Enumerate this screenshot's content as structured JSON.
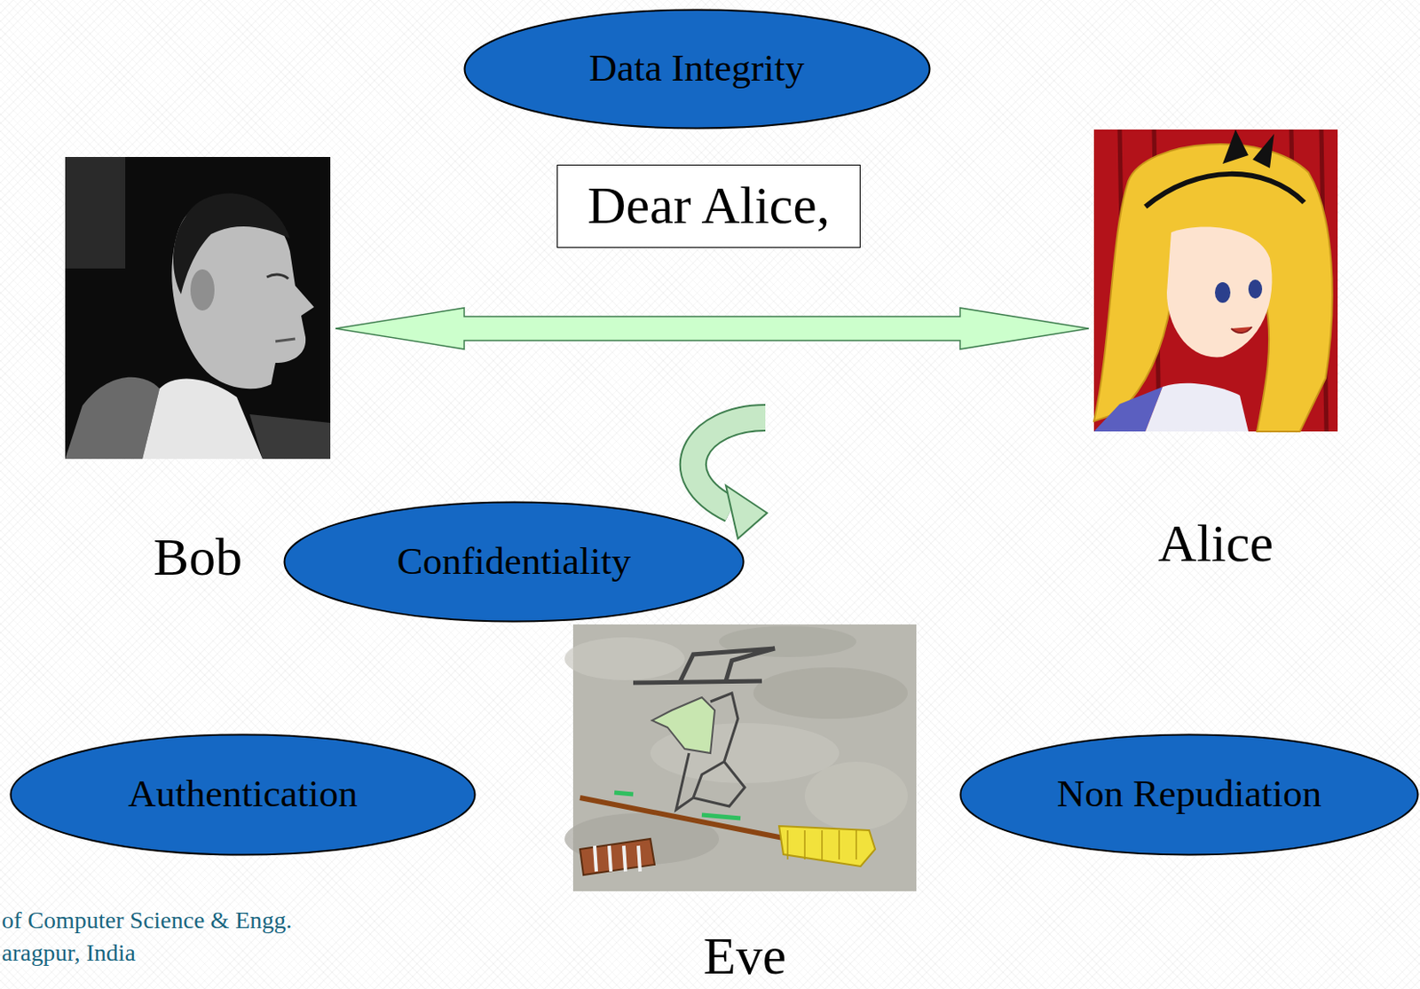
{
  "diagram": {
    "nodes": [
      {
        "text": [
          "Data Integrity"
        ]
      },
      {
        "text": [
          "Bob"
        ]
      },
      {
        "text": [
          "Dear Alice,"
        ]
      },
      {
        "text": [
          "Alice"
        ]
      },
      {
        "text": [
          "Confidentiality"
        ]
      },
      {
        "text": [
          "Eve"
        ]
      },
      {
        "text": [
          "Authentication"
        ]
      },
      {
        "text": [
          "Non Repudiation"
        ]
      }
    ],
    "edges": [
      {
        "from": 1,
        "to": 3,
        "arrow": "both"
      }
    ],
    "labels": [
      "of Computer Science & Engg.",
      "aragpur, India"
    ]
  }
}
